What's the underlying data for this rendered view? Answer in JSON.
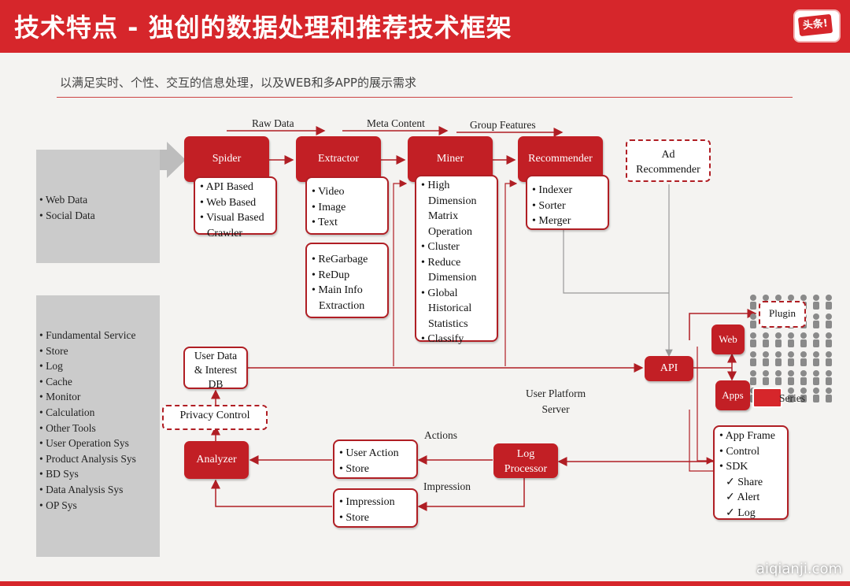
{
  "header": {
    "title": "技术特点 - 独创的数据处理和推荐技术框架",
    "logo_text": "头条!",
    "subtitle": "以满足实时、个性、交互的信息处理，以及WEB和多APP的展示需求"
  },
  "left_panels": {
    "sources": [
      "Web Data",
      "Social Data"
    ],
    "services": [
      "Fundamental Service",
      "Store",
      "Log",
      "Cache",
      "Monitor",
      "Calculation",
      "Other Tools",
      "User Operation Sys",
      "Product Analysis Sys",
      "BD Sys",
      "Data Analysis Sys",
      "OP Sys"
    ]
  },
  "flow_labels": {
    "raw_data": "Raw Data",
    "meta_content": "Meta Content",
    "group_features": "Group Features",
    "actions": "Actions",
    "impression": "Impression",
    "platform_line1": "User Platform",
    "platform_line2": "Server"
  },
  "nodes": {
    "spider": "Spider",
    "extractor": "Extractor",
    "miner": "Miner",
    "recommender": "Recommender",
    "ad_line1": "Ad",
    "ad_line2": "Recommender",
    "api": "API",
    "web": "Web",
    "apps": "Apps",
    "plugin": "Plugin",
    "series": "Series",
    "analyzer": "Analyzer",
    "privacy": "Privacy Control",
    "log_line1": "Log",
    "log_line2": "Processor",
    "userdb_line1": "User Data",
    "userdb_line2": "& Interest",
    "userdb_line3": "DB"
  },
  "lists": {
    "spider": [
      "API Based",
      "Web Based",
      "Visual Based Crawler"
    ],
    "extractor": [
      "Video",
      "Image",
      "Text"
    ],
    "extractor2": [
      "ReGarbage",
      "ReDup",
      "Main Info Extraction"
    ],
    "miner": [
      "High Dimension Matrix Operation",
      "Cluster",
      "Reduce Dimension",
      "Global Historical Statistics",
      "Classify"
    ],
    "recommender": [
      "Indexer",
      "Sorter",
      "Merger"
    ],
    "user_action": [
      "User Action",
      "Store"
    ],
    "impression": [
      "Impression",
      "Store"
    ],
    "app_frame": [
      "App Frame",
      "Control",
      "SDK"
    ],
    "sdk_items": [
      "Share",
      "Alert",
      "Log"
    ]
  },
  "watermark": "aiqianji.com",
  "colors": {
    "brand_red": "#d6262b",
    "box_red": "#c21f25",
    "panel_gray": "#cbcbcb"
  }
}
